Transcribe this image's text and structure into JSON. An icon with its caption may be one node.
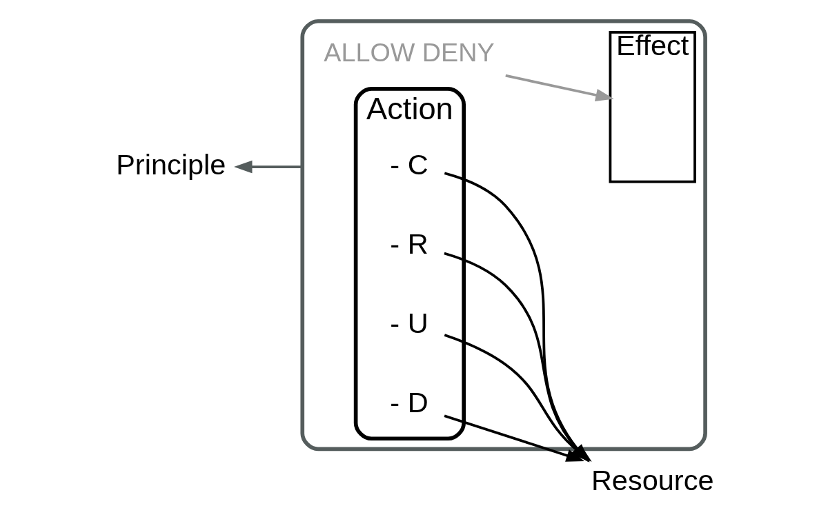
{
  "diagram": {
    "nodes": [
      {
        "text": [],
        "shape": "ellipse"
      },
      {
        "text": [
          "Action"
        ],
        "in": 0
      },
      {
        "text": [
          "- C"
        ],
        "in": 1
      },
      {
        "text": [
          "- R"
        ],
        "in": 1
      },
      {
        "text": [
          "- U"
        ],
        "in": 1
      },
      {
        "text": [
          "- D"
        ],
        "in": 1
      },
      {
        "text": [
          "Effect"
        ],
        "in": 0
      },
      {
        "text": [
          "ALLOW DENY"
        ],
        "in": 0
      },
      {
        "text": [
          "Principle"
        ]
      },
      {
        "text": [
          "Resource"
        ]
      }
    ],
    "edges": [
      {
        "from": 0,
        "to": 8,
        "arrow": "to",
        "color": "#555d5d"
      },
      {
        "from": 2,
        "to": 9,
        "arrow": "to"
      },
      {
        "from": 3,
        "to": 9,
        "arrow": "to"
      },
      {
        "from": 4,
        "to": 9,
        "arrow": "to"
      },
      {
        "from": 5,
        "to": 9,
        "arrow": "to"
      },
      {
        "from": 7,
        "to": 6,
        "arrow": "to",
        "color": "#999999"
      }
    ]
  }
}
